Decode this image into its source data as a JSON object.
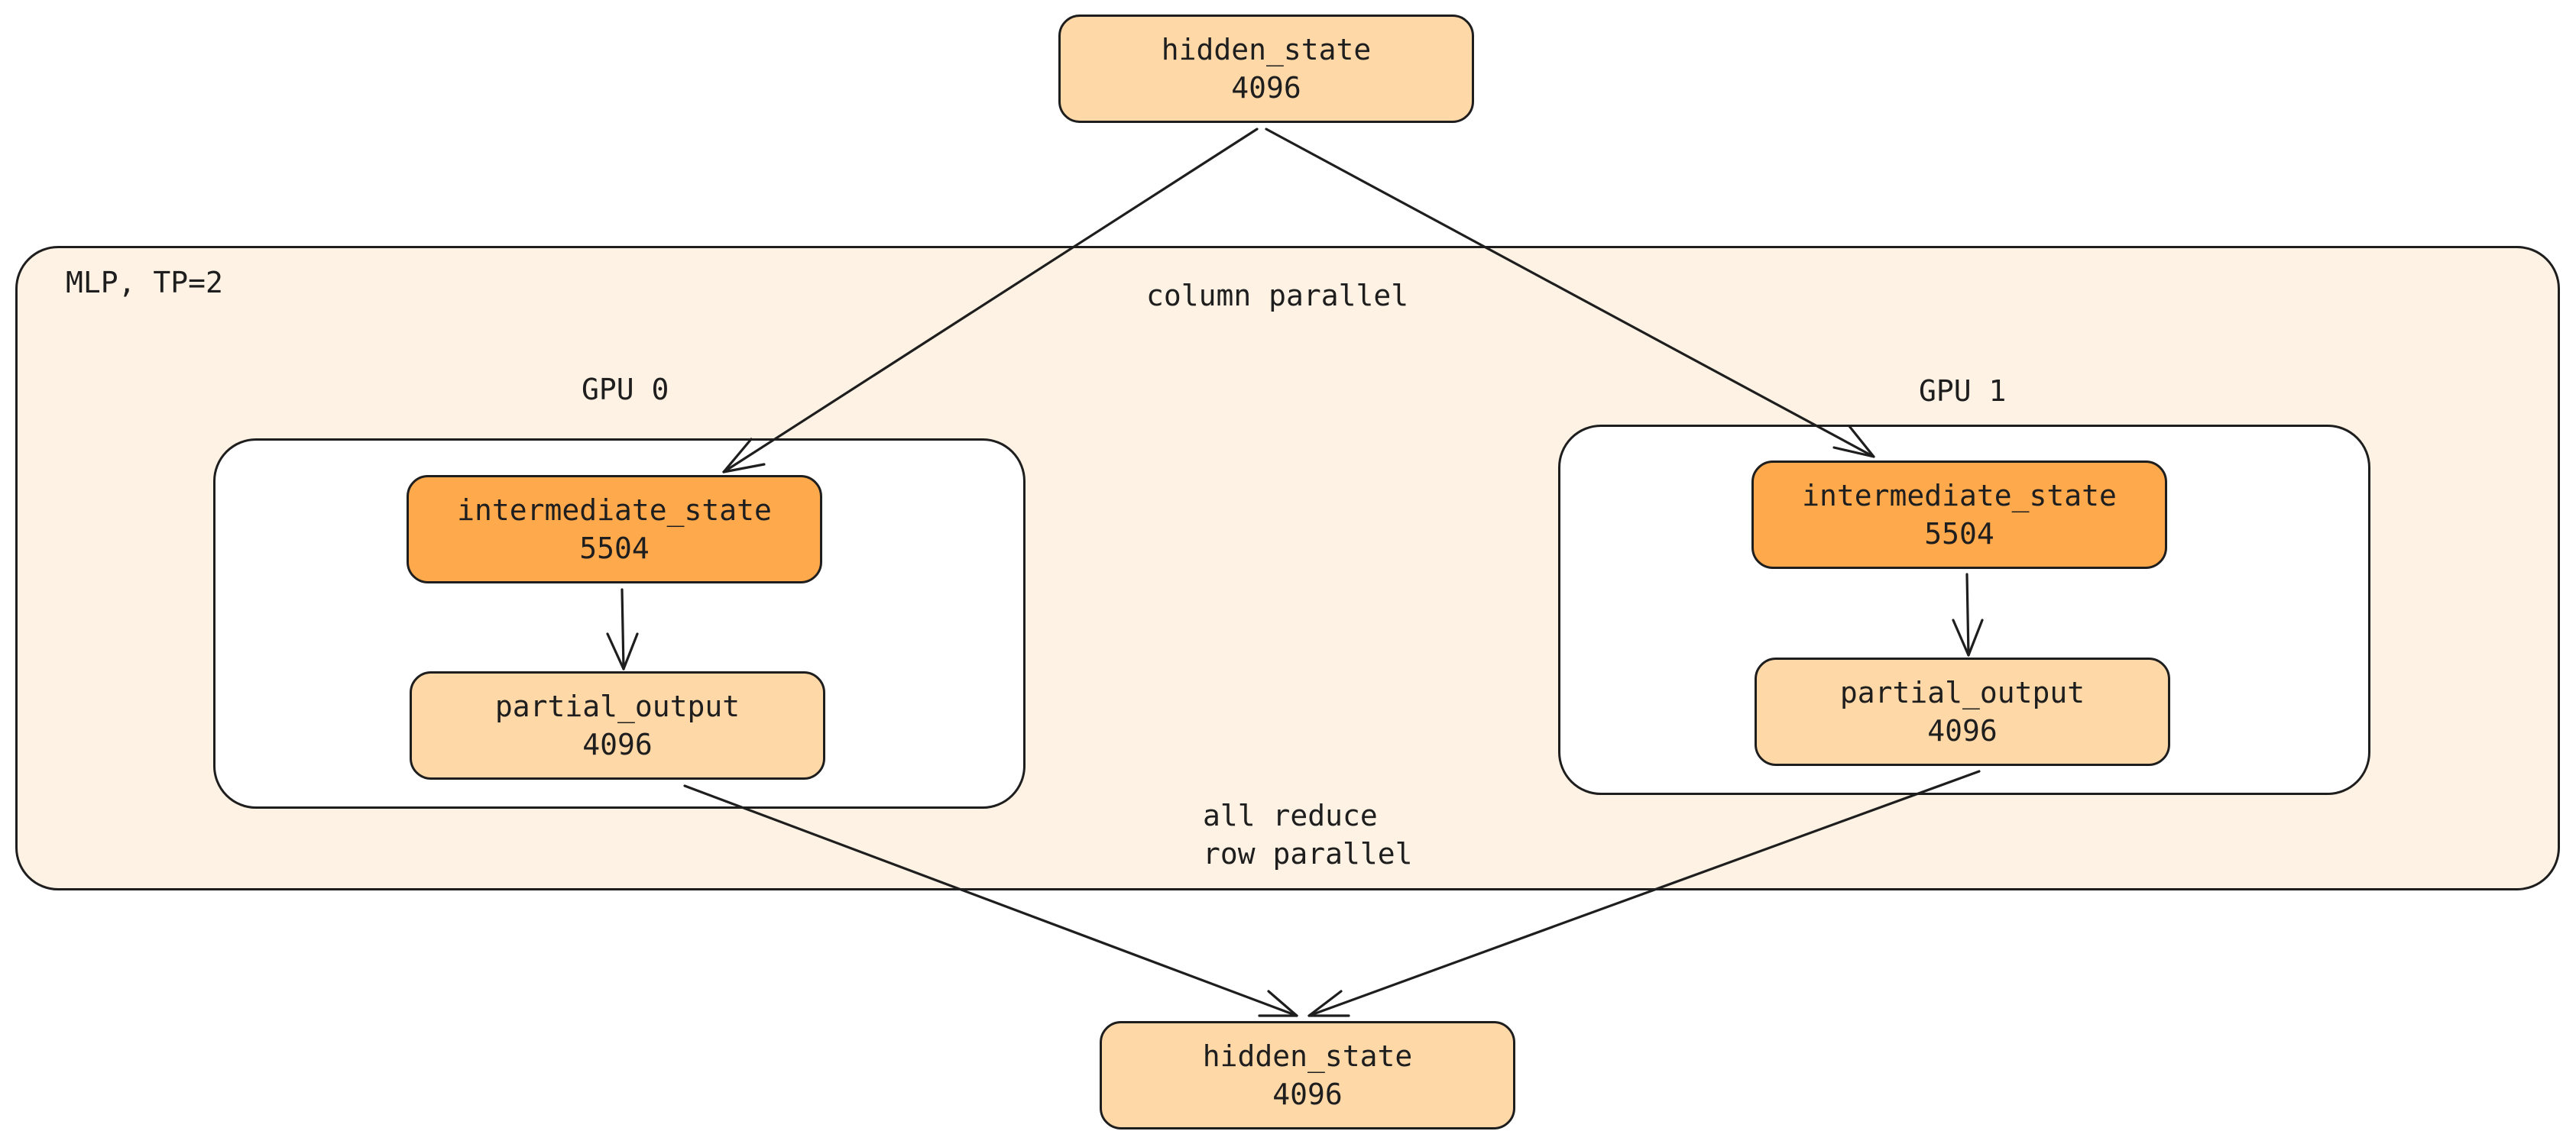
{
  "nodes": {
    "top_hidden_state": {
      "name": "hidden_state",
      "size": "4096"
    },
    "gpu0_intermediate": {
      "name": "intermediate_state",
      "size": "5504"
    },
    "gpu0_partial": {
      "name": "partial_output",
      "size": "4096"
    },
    "gpu1_intermediate": {
      "name": "intermediate_state",
      "size": "5504"
    },
    "gpu1_partial": {
      "name": "partial_output",
      "size": "4096"
    },
    "bottom_hidden_state": {
      "name": "hidden_state",
      "size": "4096"
    }
  },
  "labels": {
    "mlp_group": "MLP, TP=2",
    "column_parallel": "column parallel",
    "gpu0": "GPU 0",
    "gpu1": "GPU 1",
    "all_reduce": "all reduce",
    "row_parallel": "row parallel"
  },
  "colors": {
    "background": "#ffffff",
    "mlp_fill": "#fdf2e3",
    "light_node": "#ffd8a8",
    "dark_node": "#ffa94d",
    "stroke": "#1e1e1e"
  }
}
